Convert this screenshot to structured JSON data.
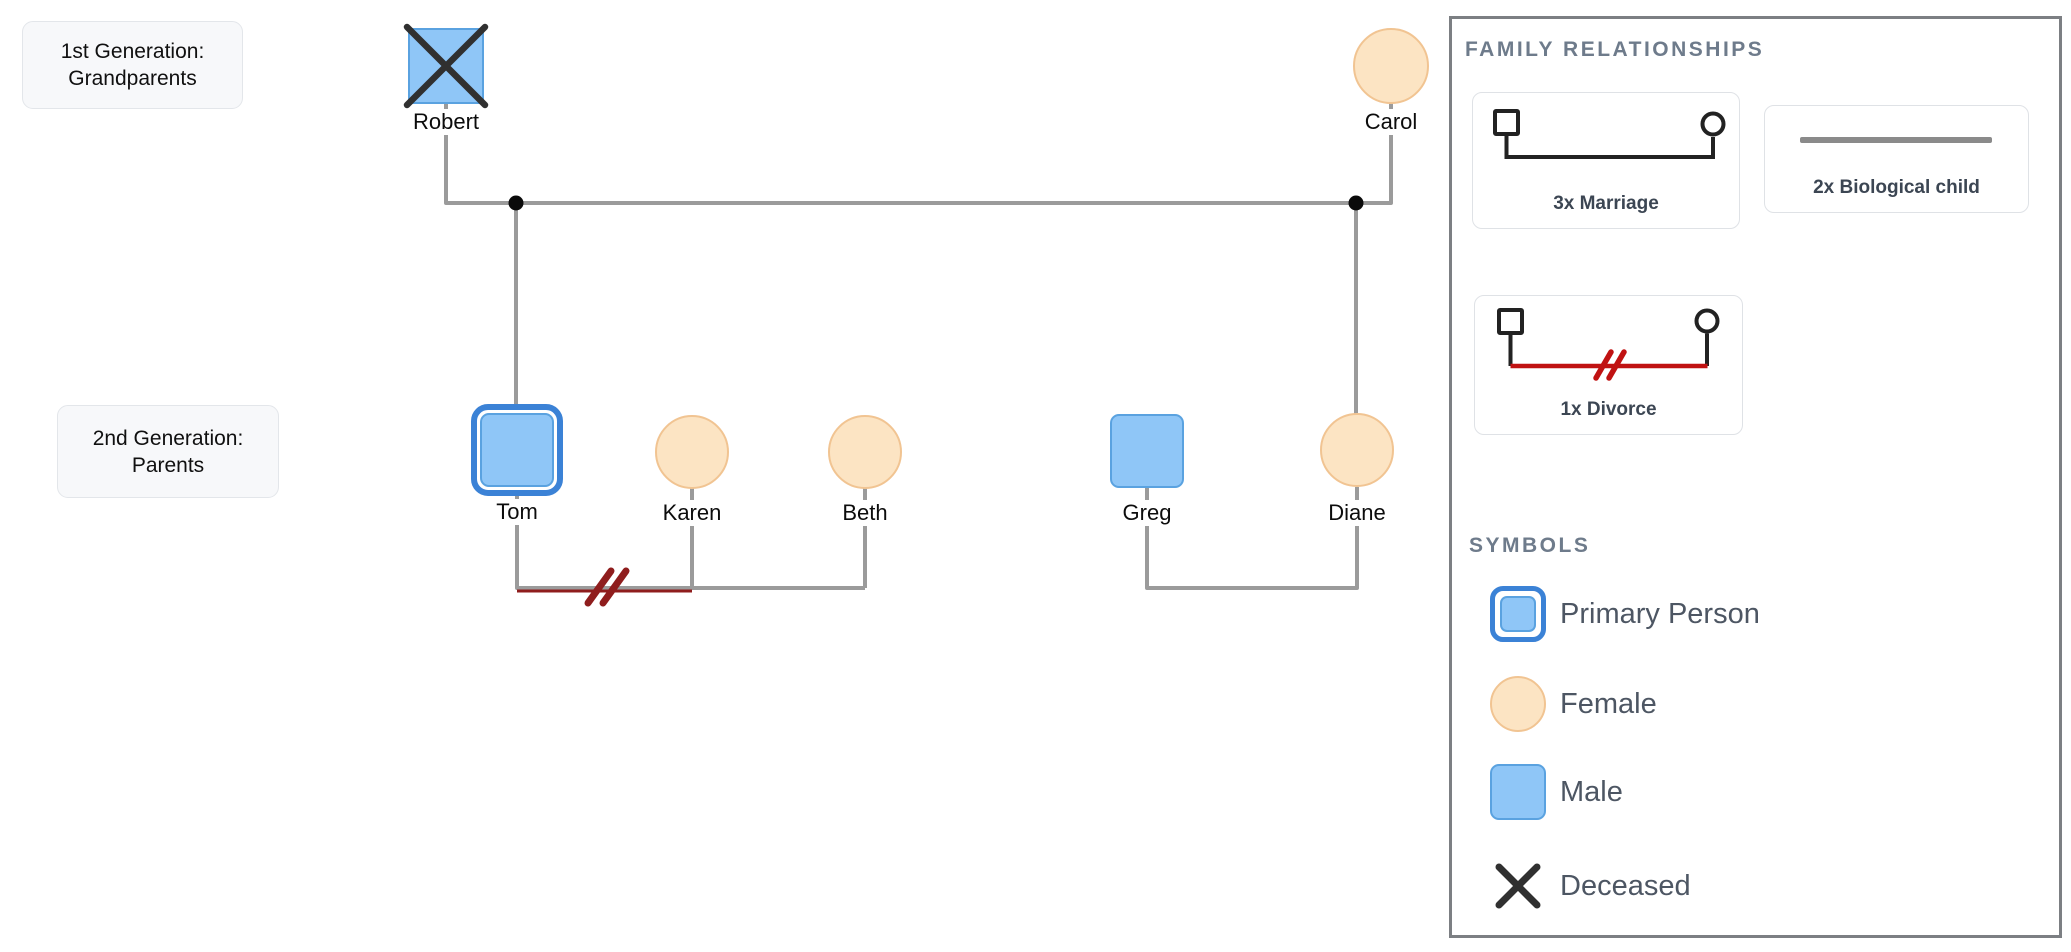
{
  "canvas": {
    "generation_labels": [
      {
        "line1": "1st Generation:",
        "line2": "Grandparents"
      },
      {
        "line1": "2nd Generation:",
        "line2": "Parents"
      }
    ],
    "people": {
      "robert": {
        "name": "Robert",
        "sex": "male",
        "deceased": true,
        "generation": 1
      },
      "carol": {
        "name": "Carol",
        "sex": "female",
        "generation": 1
      },
      "tom": {
        "name": "Tom",
        "sex": "male",
        "primary": true,
        "generation": 2
      },
      "karen": {
        "name": "Karen",
        "sex": "female",
        "generation": 2
      },
      "beth": {
        "name": "Beth",
        "sex": "female",
        "generation": 2
      },
      "greg": {
        "name": "Greg",
        "sex": "male",
        "generation": 2
      },
      "diane": {
        "name": "Diane",
        "sex": "female",
        "generation": 2
      }
    },
    "relationships": [
      {
        "type": "marriage",
        "between": [
          "Robert",
          "Carol"
        ]
      },
      {
        "type": "biological-child",
        "child": "Tom",
        "parents": [
          "Robert",
          "Carol"
        ]
      },
      {
        "type": "biological-child",
        "child": "Diane",
        "parents": [
          "Robert",
          "Carol"
        ]
      },
      {
        "type": "divorce",
        "between": [
          "Tom",
          "Karen"
        ]
      },
      {
        "type": "marriage",
        "between": [
          "Tom",
          "Beth"
        ]
      },
      {
        "type": "marriage",
        "between": [
          "Greg",
          "Diane"
        ]
      }
    ]
  },
  "legend": {
    "relationships_title": "FAMILY RELATIONSHIPS",
    "cards": {
      "marriage": {
        "label": "3x Marriage"
      },
      "biological_child": {
        "label": "2x Biological child"
      },
      "divorce": {
        "label": "1x Divorce"
      }
    },
    "symbols_title": "SYMBOLS",
    "symbols": {
      "primary": {
        "label": "Primary Person"
      },
      "female": {
        "label": "Female"
      },
      "male": {
        "label": "Male"
      },
      "deceased": {
        "label": "Deceased"
      }
    }
  },
  "colors": {
    "male-fill": "#8fc6f7",
    "male-border": "#5aa2e0",
    "female-fill": "#fce4c3",
    "female-border": "#f1c492",
    "primary-ring": "#3b82d6",
    "line-gray": "#9b9b9b",
    "bio-line-gray": "#8a8a8a",
    "junction-dot": "#0a0a0a",
    "divorce-red-canvas": "#8f1d1d",
    "divorce-red-legend": "#c01212",
    "deceased-x": "#303030",
    "panel-border": "#7c7f83",
    "card-border": "#dfe2e6",
    "header-text": "#6e7b8b",
    "card-label-text": "#3c4653",
    "symbol-label-text": "#4d5663",
    "gen-box-bg": "#f7f8fa",
    "gen-box-border": "#e3e6ea"
  }
}
